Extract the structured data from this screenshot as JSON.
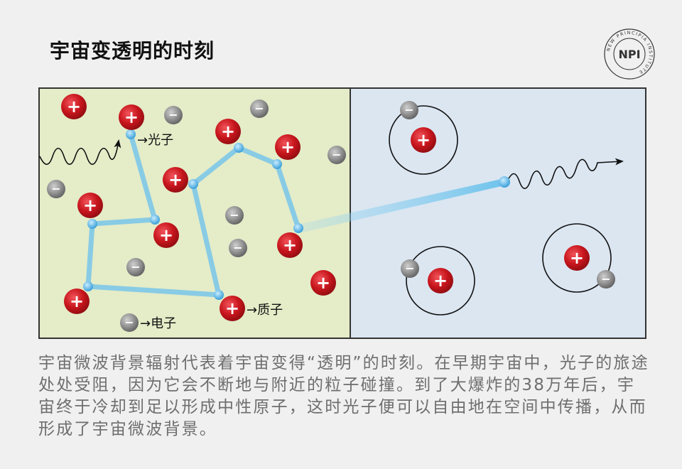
{
  "title": "宇宙变透明的时刻",
  "logo": {
    "text": "NPI",
    "ring_text": "NEW PRINCIPIA INSTITUTE"
  },
  "diagram": {
    "label_photon": "→光子",
    "label_proton": "→质子",
    "label_electron": "→电子",
    "plus_sign": "+",
    "minus_sign": "−"
  },
  "caption": "宇宙微波背景辐射代表着宇宙变得“透明”的时刻。在早期宇宙中，光子的旅途处处受阻，因为它会不断地与附近的粒子碰撞。到了大爆炸的38万年后，宇宙终于冷却到足以形成中性原子，这时光子便可以自由地在空间中传播，从而形成了宇宙微波背景。",
  "colors": {
    "left_panel": "#e4ecc8",
    "right_panel": "#dbe6f1",
    "proton": "#c8161d",
    "electron": "#8a8a8a",
    "photon": "#6ec3ec"
  }
}
